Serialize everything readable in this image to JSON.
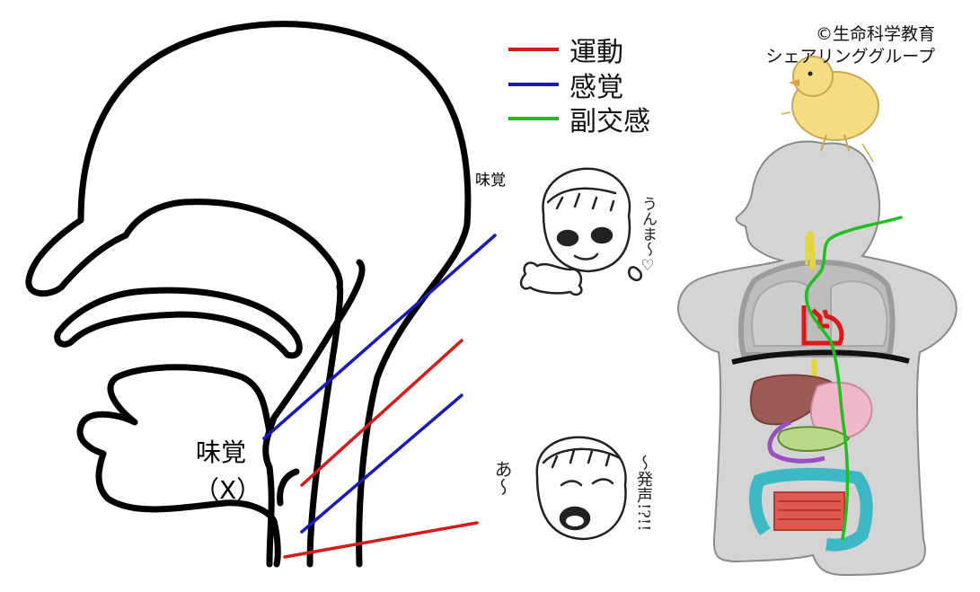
{
  "legend": [
    {
      "label": "運動",
      "color": "#d81a1a"
    },
    {
      "label": "感覚",
      "color": "#1a1ab8"
    },
    {
      "label": "副交感",
      "color": "#1fbf1f"
    }
  ],
  "credit": {
    "line1": "©生命科学教育",
    "line2": "シェアリンググループ"
  },
  "labels": {
    "taste_small": "味覚",
    "taste_big": "味覚",
    "taste_x": "（X）",
    "doodle_top": "うんま〜♡",
    "doodle_bottom_a": "あ〜",
    "doodle_bottom_b": "〜発声!?!!"
  }
}
